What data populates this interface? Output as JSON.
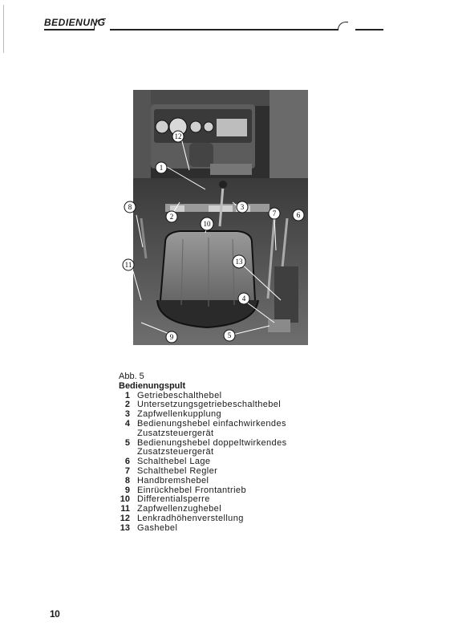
{
  "header": {
    "title": "BEDIENUNG"
  },
  "figure": {
    "callouts": [
      "12",
      "1",
      "8",
      "2",
      "10",
      "3",
      "7",
      "6",
      "11",
      "13",
      "4",
      "9",
      "5"
    ]
  },
  "caption": {
    "fig_label": "Abb. 5",
    "title": "Bedienungspult",
    "items": [
      {
        "num": "1",
        "text": "Getriebeschalthebel"
      },
      {
        "num": "2",
        "text": "Untersetzungsgetriebeschalthebel"
      },
      {
        "num": "3",
        "text": "Zapfwellenkupplung"
      },
      {
        "num": "4",
        "text": "Bedienungshebel einfachwirkendes Zusatzsteuergerät"
      },
      {
        "num": "5",
        "text": "Bedienungshebel doppeltwirkendes Zusatzsteuergerät"
      },
      {
        "num": "6",
        "text": "Schalthebel Lage"
      },
      {
        "num": "7",
        "text": "Schalthebel Regler"
      },
      {
        "num": "8",
        "text": "Handbremshebel"
      },
      {
        "num": "9",
        "text": "Einrückhebel Frontantrieb"
      },
      {
        "num": "10",
        "text": "Differentialsperre"
      },
      {
        "num": "11",
        "text": "Zapfwellenzughebel"
      },
      {
        "num": "12",
        "text": "Lenkradhöhenverstellung"
      },
      {
        "num": "13",
        "text": "Gashebel"
      }
    ]
  },
  "page_number": "10"
}
